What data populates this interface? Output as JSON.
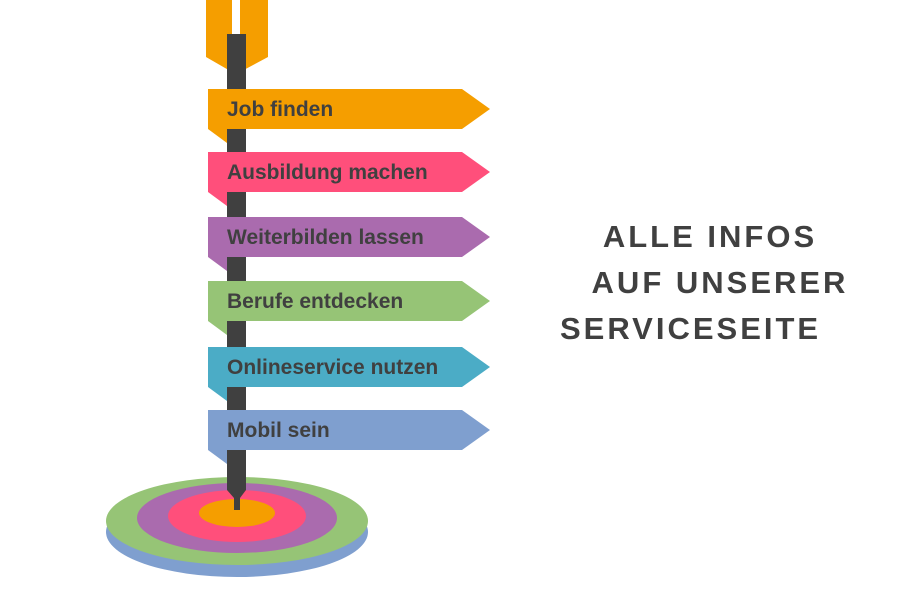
{
  "signs": [
    {
      "label": "Job finden",
      "color": "#F59E00"
    },
    {
      "label": "Ausbildung machen",
      "color": "#FF4F7B"
    },
    {
      "label": "Weiterbilden lassen",
      "color": "#AA6BAE"
    },
    {
      "label": "Berufe entdecken",
      "color": "#96C476"
    },
    {
      "label": "Onlineservice nutzen",
      "color": "#4BACC6"
    },
    {
      "label": "Mobil sein",
      "color": "#7F9FCF"
    }
  ],
  "headline": {
    "line1": "ALLE INFOS",
    "line2": "AUF UNSERER",
    "line3": "SERVICESEITE"
  },
  "pole_color": "#404040"
}
